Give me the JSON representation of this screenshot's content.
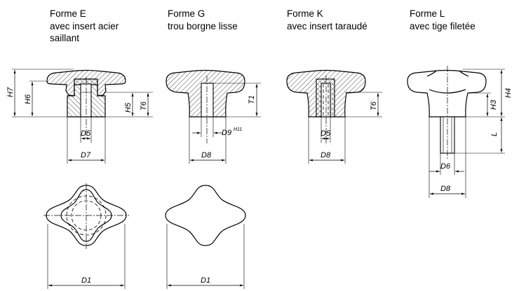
{
  "forms": [
    {
      "id": "E",
      "title": "Forme E",
      "lines": [
        "avec insert acier",
        "saillant"
      ]
    },
    {
      "id": "G",
      "title": "Forme G",
      "lines": [
        "trou borgne lisse"
      ]
    },
    {
      "id": "K",
      "title": "Forme K",
      "lines": [
        "avec insert taraudé"
      ]
    },
    {
      "id": "L",
      "title": "Forme L",
      "lines": [
        "avec tige filetée"
      ]
    }
  ],
  "dimensions": {
    "H7": "H7",
    "H6": "H6",
    "H5": "H5",
    "T6": "T6",
    "D5": "D5",
    "D7": "D7",
    "T1": "T1",
    "D9": "D9",
    "D9_tol": "H11",
    "D8": "D8",
    "H4": "H4",
    "H3": "H3",
    "L": "L",
    "D6": "D6",
    "D1": "D1"
  }
}
